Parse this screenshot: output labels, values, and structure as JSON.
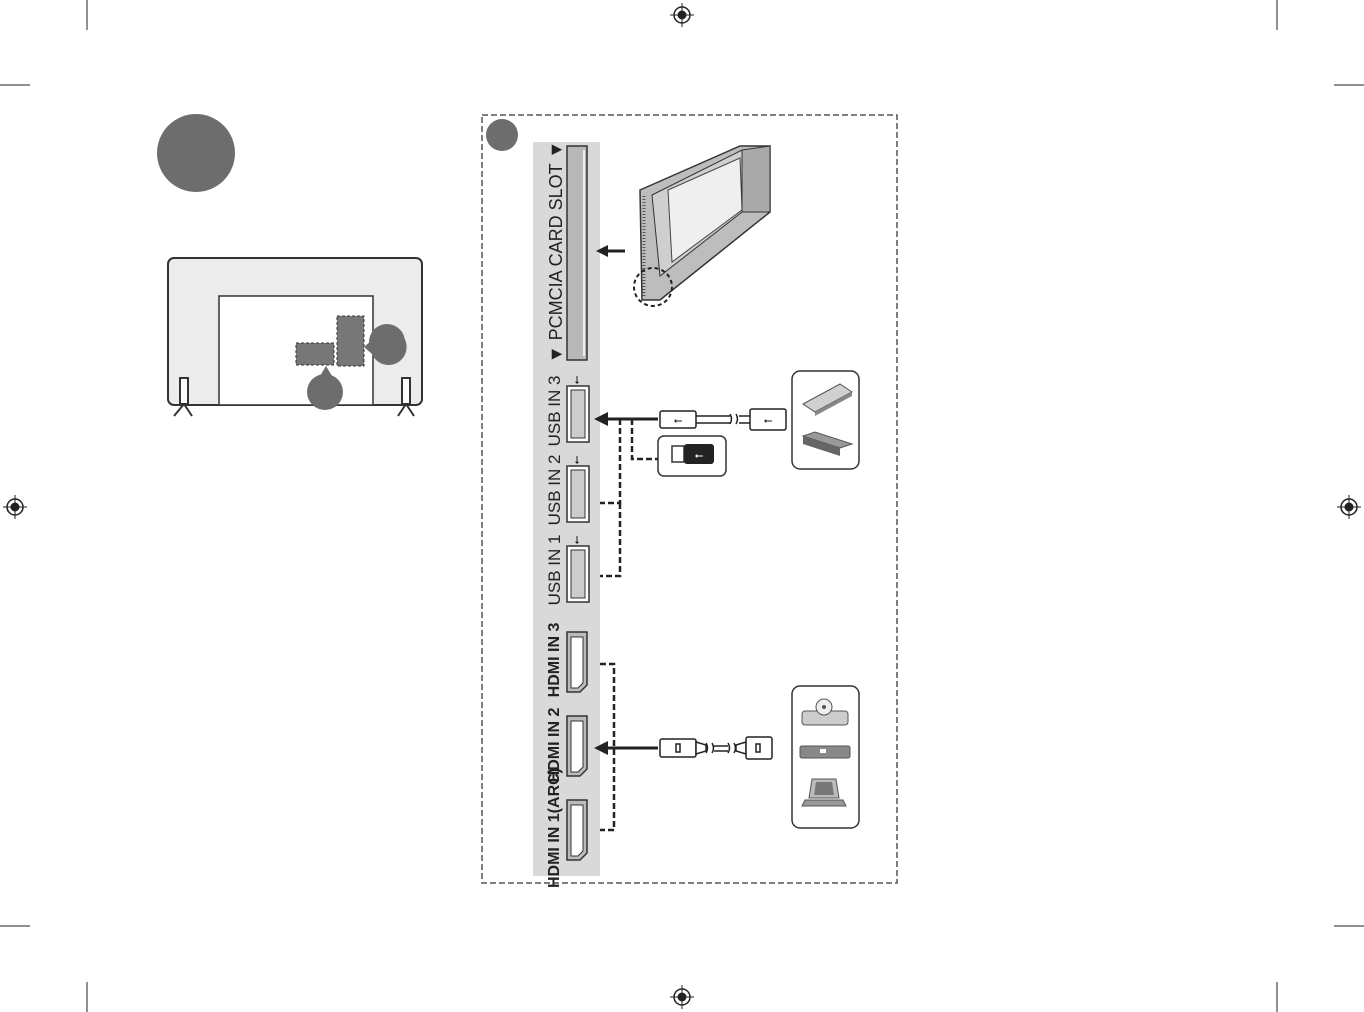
{
  "ports": {
    "pcmcia_label": "▼ PCMCIA CARD SLOT ▼",
    "usb3_label": "USB IN 3",
    "usb2_label": "USB IN 2",
    "usb1_label": "USB IN 1",
    "hdmi3_label": "IN 3",
    "hdmi2_label": "IN 2",
    "hdmi1_label": "IN 1(ARC)",
    "hdmi_logo": "HDMI"
  },
  "colors": {
    "badge_fill": "#6d6d6d",
    "panel_fill": "#d9d9d9",
    "tv_back": "#ececec",
    "border": "#333333"
  }
}
